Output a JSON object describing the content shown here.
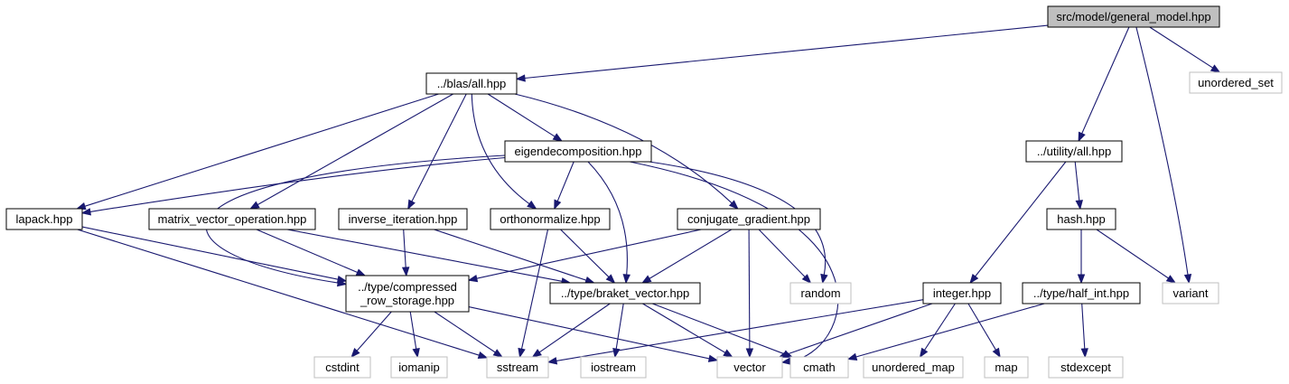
{
  "graph": {
    "colors": {
      "edge": "#191970",
      "root_fill": "#bfbfbf",
      "root_stroke": "#000000",
      "local_stroke": "#000000",
      "system_stroke": "#bfbfbf",
      "text": "#000000"
    },
    "nodes": [
      {
        "id": "general_model",
        "lines": [
          "src/model/general_model.hpp"
        ],
        "kind": "root"
      },
      {
        "id": "unordered_set",
        "lines": [
          "unordered_set"
        ],
        "kind": "system"
      },
      {
        "id": "blas_all",
        "lines": [
          "../blas/all.hpp"
        ],
        "kind": "local"
      },
      {
        "id": "utility_all",
        "lines": [
          "../utility/all.hpp"
        ],
        "kind": "local"
      },
      {
        "id": "eigendecomposition",
        "lines": [
          "eigendecomposition.hpp"
        ],
        "kind": "local"
      },
      {
        "id": "lapack",
        "lines": [
          "lapack.hpp"
        ],
        "kind": "local"
      },
      {
        "id": "matrix_vector_operation",
        "lines": [
          "matrix_vector_operation.hpp"
        ],
        "kind": "local"
      },
      {
        "id": "inverse_iteration",
        "lines": [
          "inverse_iteration.hpp"
        ],
        "kind": "local"
      },
      {
        "id": "orthonormalize",
        "lines": [
          "orthonormalize.hpp"
        ],
        "kind": "local"
      },
      {
        "id": "conjugate_gradient",
        "lines": [
          "conjugate_gradient.hpp"
        ],
        "kind": "local"
      },
      {
        "id": "hash",
        "lines": [
          "hash.hpp"
        ],
        "kind": "local"
      },
      {
        "id": "compressed_row_storage",
        "lines": [
          "../type/compressed",
          "_row_storage.hpp"
        ],
        "kind": "local"
      },
      {
        "id": "braket_vector",
        "lines": [
          "../type/braket_vector.hpp"
        ],
        "kind": "local"
      },
      {
        "id": "random",
        "lines": [
          "random"
        ],
        "kind": "system"
      },
      {
        "id": "integer",
        "lines": [
          "integer.hpp"
        ],
        "kind": "local"
      },
      {
        "id": "half_int",
        "lines": [
          "../type/half_int.hpp"
        ],
        "kind": "local"
      },
      {
        "id": "variant",
        "lines": [
          "variant"
        ],
        "kind": "system"
      },
      {
        "id": "cstdint",
        "lines": [
          "cstdint"
        ],
        "kind": "system"
      },
      {
        "id": "iomanip",
        "lines": [
          "iomanip"
        ],
        "kind": "system"
      },
      {
        "id": "sstream",
        "lines": [
          "sstream"
        ],
        "kind": "system"
      },
      {
        "id": "iostream",
        "lines": [
          "iostream"
        ],
        "kind": "system"
      },
      {
        "id": "vector",
        "lines": [
          "vector"
        ],
        "kind": "system"
      },
      {
        "id": "cmath",
        "lines": [
          "cmath"
        ],
        "kind": "system"
      },
      {
        "id": "unordered_map",
        "lines": [
          "unordered_map"
        ],
        "kind": "system"
      },
      {
        "id": "map",
        "lines": [
          "map"
        ],
        "kind": "system"
      },
      {
        "id": "stdexcept",
        "lines": [
          "stdexcept"
        ],
        "kind": "system"
      }
    ],
    "edges": [
      {
        "from": "general_model",
        "to": "blas_all"
      },
      {
        "from": "general_model",
        "to": "utility_all"
      },
      {
        "from": "general_model",
        "to": "unordered_set"
      },
      {
        "from": "general_model",
        "to": "variant"
      },
      {
        "from": "blas_all",
        "to": "eigendecomposition"
      },
      {
        "from": "blas_all",
        "to": "lapack"
      },
      {
        "from": "blas_all",
        "to": "matrix_vector_operation"
      },
      {
        "from": "blas_all",
        "to": "inverse_iteration"
      },
      {
        "from": "blas_all",
        "to": "orthonormalize"
      },
      {
        "from": "blas_all",
        "to": "conjugate_gradient"
      },
      {
        "from": "eigendecomposition",
        "to": "lapack"
      },
      {
        "from": "eigendecomposition",
        "to": "compressed_row_storage"
      },
      {
        "from": "eigendecomposition",
        "to": "orthonormalize"
      },
      {
        "from": "eigendecomposition",
        "to": "braket_vector"
      },
      {
        "from": "eigendecomposition",
        "to": "random"
      },
      {
        "from": "eigendecomposition",
        "to": "vector"
      },
      {
        "from": "lapack",
        "to": "compressed_row_storage"
      },
      {
        "from": "lapack",
        "to": "sstream"
      },
      {
        "from": "matrix_vector_operation",
        "to": "compressed_row_storage"
      },
      {
        "from": "matrix_vector_operation",
        "to": "braket_vector"
      },
      {
        "from": "inverse_iteration",
        "to": "compressed_row_storage"
      },
      {
        "from": "inverse_iteration",
        "to": "braket_vector"
      },
      {
        "from": "orthonormalize",
        "to": "braket_vector"
      },
      {
        "from": "orthonormalize",
        "to": "sstream"
      },
      {
        "from": "conjugate_gradient",
        "to": "compressed_row_storage"
      },
      {
        "from": "conjugate_gradient",
        "to": "braket_vector"
      },
      {
        "from": "conjugate_gradient",
        "to": "random"
      },
      {
        "from": "conjugate_gradient",
        "to": "vector"
      },
      {
        "from": "compressed_row_storage",
        "to": "cstdint"
      },
      {
        "from": "compressed_row_storage",
        "to": "iomanip"
      },
      {
        "from": "compressed_row_storage",
        "to": "sstream"
      },
      {
        "from": "compressed_row_storage",
        "to": "vector"
      },
      {
        "from": "braket_vector",
        "to": "sstream"
      },
      {
        "from": "braket_vector",
        "to": "iostream"
      },
      {
        "from": "braket_vector",
        "to": "vector"
      },
      {
        "from": "braket_vector",
        "to": "cmath"
      },
      {
        "from": "utility_all",
        "to": "hash"
      },
      {
        "from": "utility_all",
        "to": "integer"
      },
      {
        "from": "hash",
        "to": "half_int"
      },
      {
        "from": "hash",
        "to": "variant"
      },
      {
        "from": "integer",
        "to": "sstream"
      },
      {
        "from": "integer",
        "to": "vector"
      },
      {
        "from": "integer",
        "to": "unordered_map"
      },
      {
        "from": "integer",
        "to": "map"
      },
      {
        "from": "half_int",
        "to": "cmath"
      },
      {
        "from": "half_int",
        "to": "stdexcept"
      }
    ]
  }
}
